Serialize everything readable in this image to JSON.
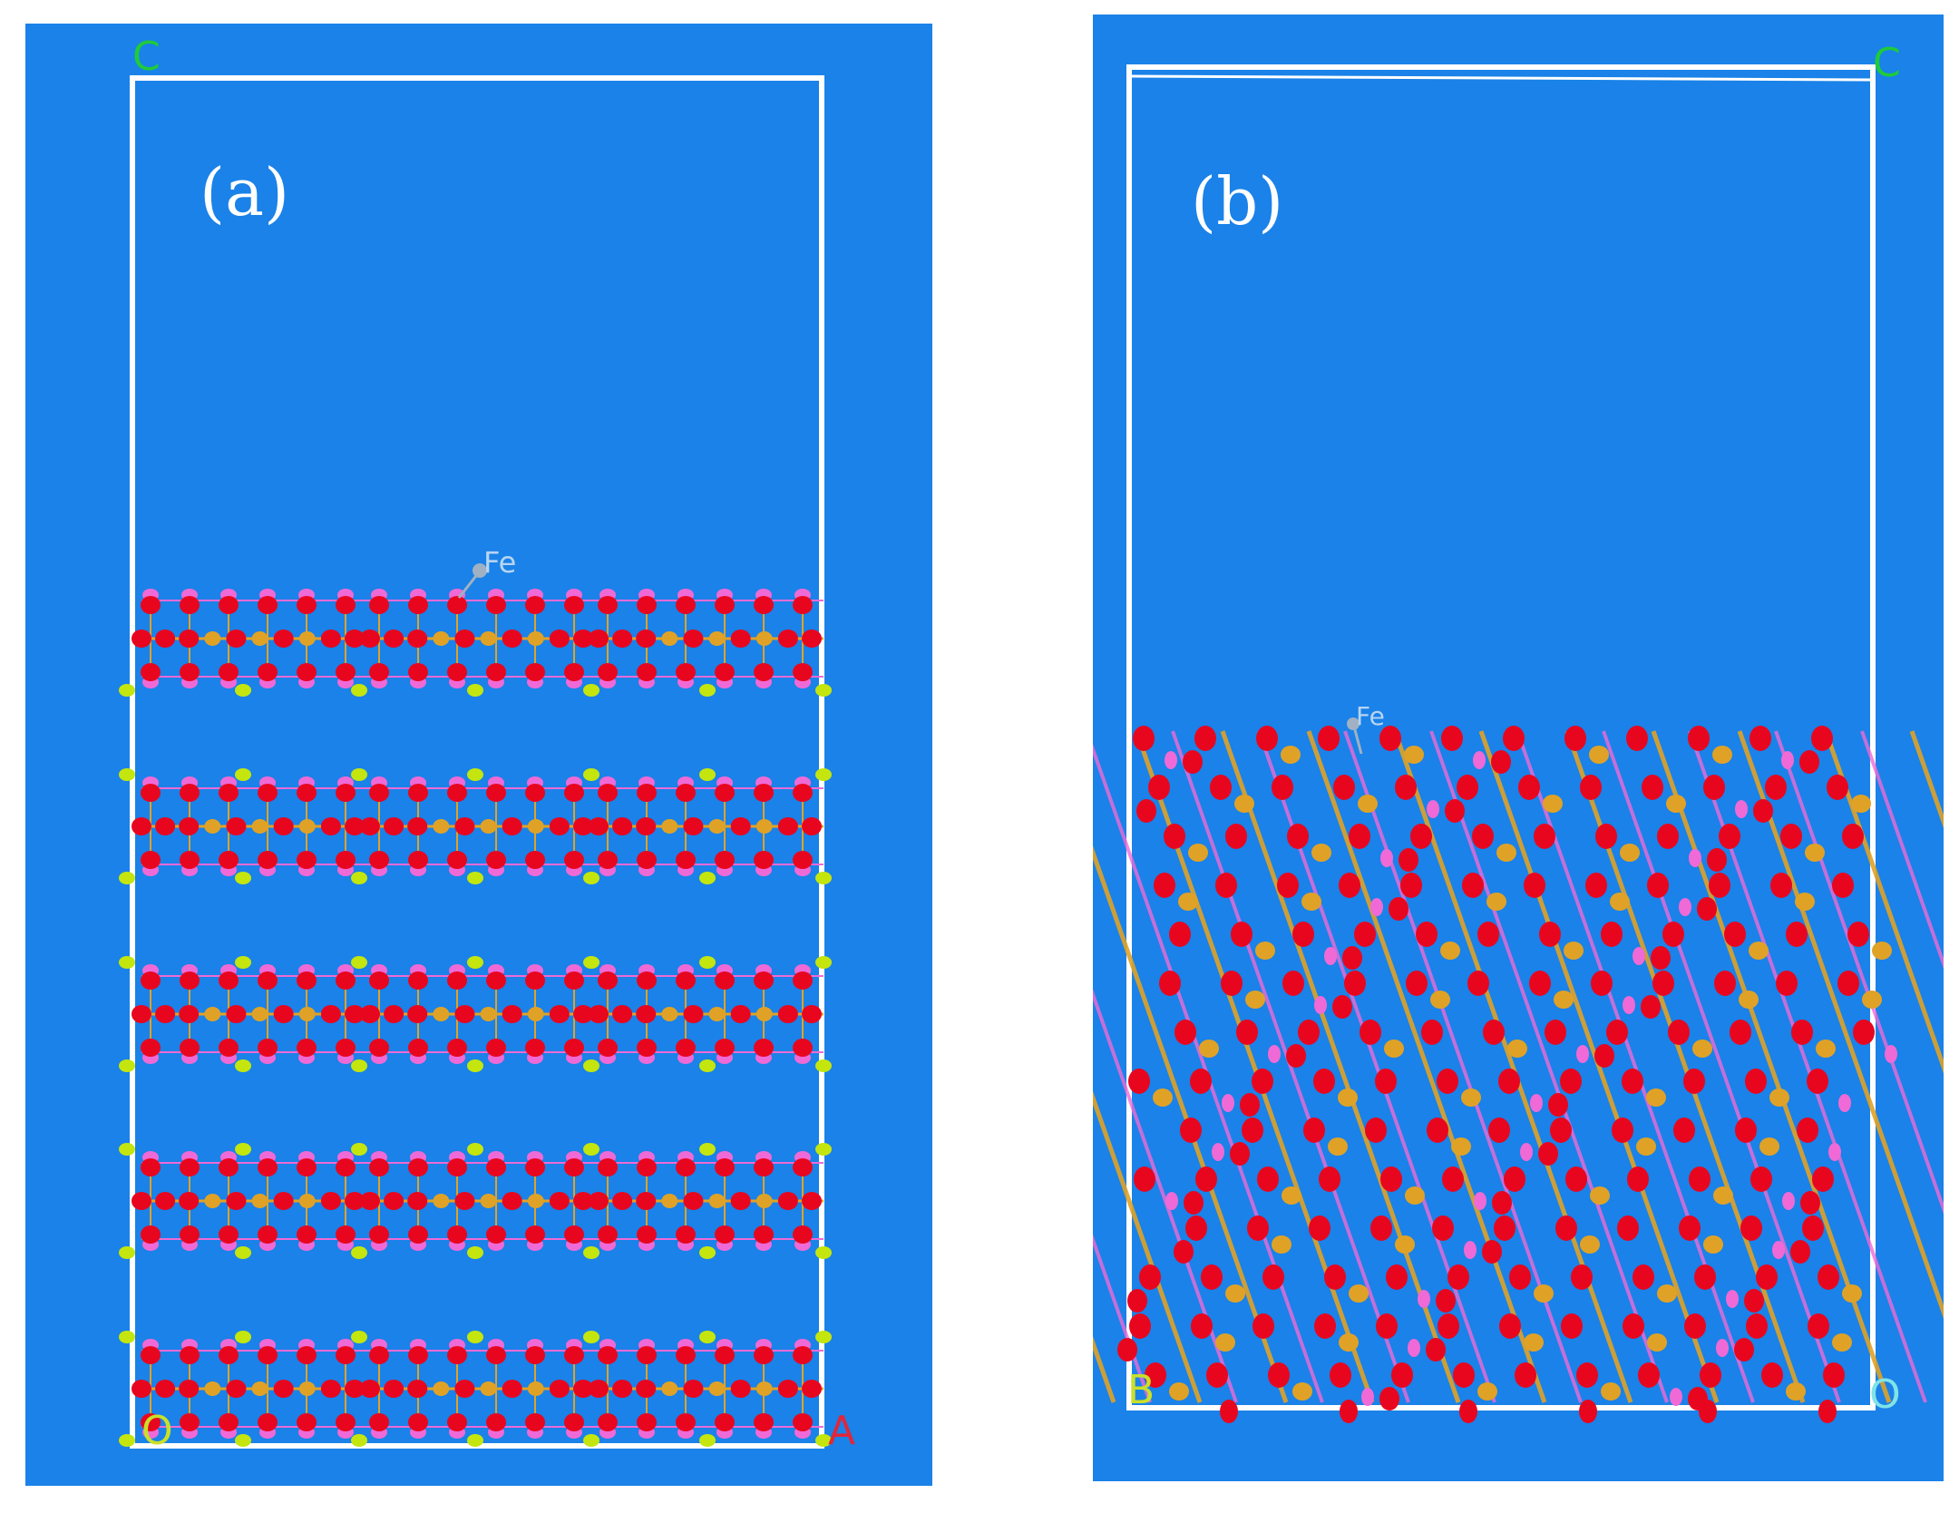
{
  "colors": {
    "background": "#1a82e8",
    "cell": "#ffffff",
    "oxygen": "#e8061f",
    "metal": "#e0a226",
    "pink": "#ef6ad6",
    "lime": "#c4e60e",
    "fe_atom": "#9fb1c3",
    "axis_c": "#1fcb3a",
    "axis_a": "#e1263a",
    "axis_b": "#c9e028",
    "axis_o": "#7fe3e8"
  },
  "panels": [
    {
      "id": "a",
      "label": "(a)",
      "structure": "layered",
      "layer_count": 5,
      "column_groups": 3,
      "adsorbate": "Fe",
      "axis_labels": {
        "c": "C",
        "a": "A",
        "o": "O"
      }
    },
    {
      "id": "b",
      "label": "(b)",
      "structure": "diagonal",
      "adsorbate": "Fe",
      "axis_labels": {
        "c": "C",
        "b": "B",
        "o": "O"
      }
    }
  ]
}
